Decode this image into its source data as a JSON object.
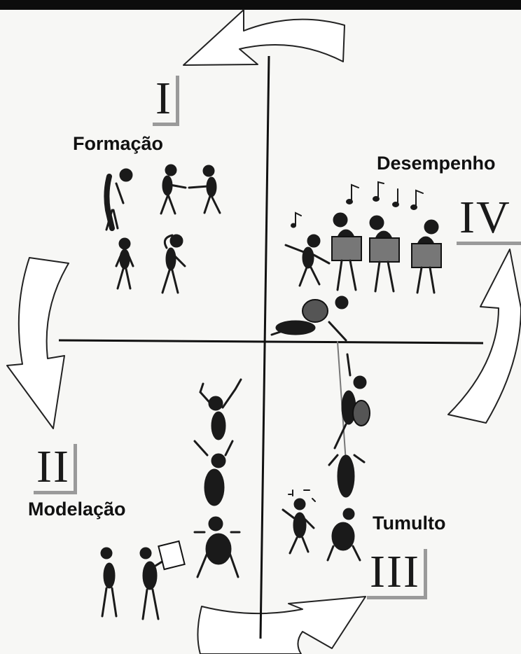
{
  "stages": [
    {
      "numeral": "I",
      "label": "Formação"
    },
    {
      "numeral": "II",
      "label": "Modelação"
    },
    {
      "numeral": "III",
      "label": "Tumulto"
    },
    {
      "numeral": "IV",
      "label": "Desempenho"
    }
  ],
  "colors": {
    "ink": "#111111",
    "figure_fill": "#1a1a1a",
    "book_fill": "#777777",
    "arrow_fill": "#ffffff",
    "shadow": "#9a9a9a"
  }
}
